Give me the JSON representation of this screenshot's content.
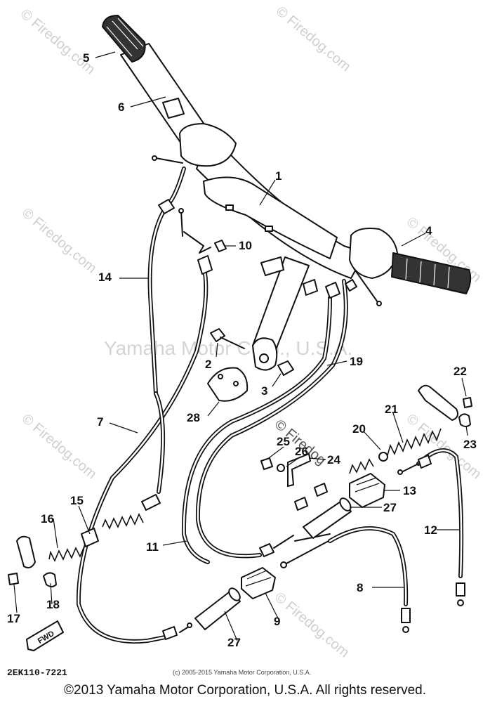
{
  "diagram": {
    "callouts": [
      {
        "id": "5",
        "label": "5"
      },
      {
        "id": "6",
        "label": "6"
      },
      {
        "id": "1",
        "label": "1"
      },
      {
        "id": "4",
        "label": "4"
      },
      {
        "id": "10",
        "label": "10"
      },
      {
        "id": "14",
        "label": "14"
      },
      {
        "id": "2",
        "label": "2"
      },
      {
        "id": "3",
        "label": "3"
      },
      {
        "id": "19",
        "label": "19"
      },
      {
        "id": "22",
        "label": "22"
      },
      {
        "id": "28",
        "label": "28"
      },
      {
        "id": "21",
        "label": "21"
      },
      {
        "id": "7",
        "label": "7"
      },
      {
        "id": "20",
        "label": "20"
      },
      {
        "id": "23",
        "label": "23"
      },
      {
        "id": "25",
        "label": "25"
      },
      {
        "id": "26",
        "label": "26"
      },
      {
        "id": "24",
        "label": "24"
      },
      {
        "id": "13",
        "label": "13"
      },
      {
        "id": "15",
        "label": "15"
      },
      {
        "id": "27a",
        "label": "27"
      },
      {
        "id": "12",
        "label": "12"
      },
      {
        "id": "16",
        "label": "16"
      },
      {
        "id": "11",
        "label": "11"
      },
      {
        "id": "8",
        "label": "8"
      },
      {
        "id": "17",
        "label": "17"
      },
      {
        "id": "18",
        "label": "18"
      },
      {
        "id": "9",
        "label": "9"
      },
      {
        "id": "27b",
        "label": "27"
      }
    ],
    "fwd_label": "FWD",
    "part_code": "2EK110-7221",
    "small_copyright": "(c) 2005-2015 Yamaha Motor Corporation, U.S.A."
  },
  "watermarks": {
    "site": "© Firedog.com",
    "center": "Yamaha Motor Corp., U.S.A.",
    "center_mark": "© Firedog"
  },
  "footer": {
    "copyright": "©2013 Yamaha Motor Corporation, U.S.A. All rights reserved."
  }
}
